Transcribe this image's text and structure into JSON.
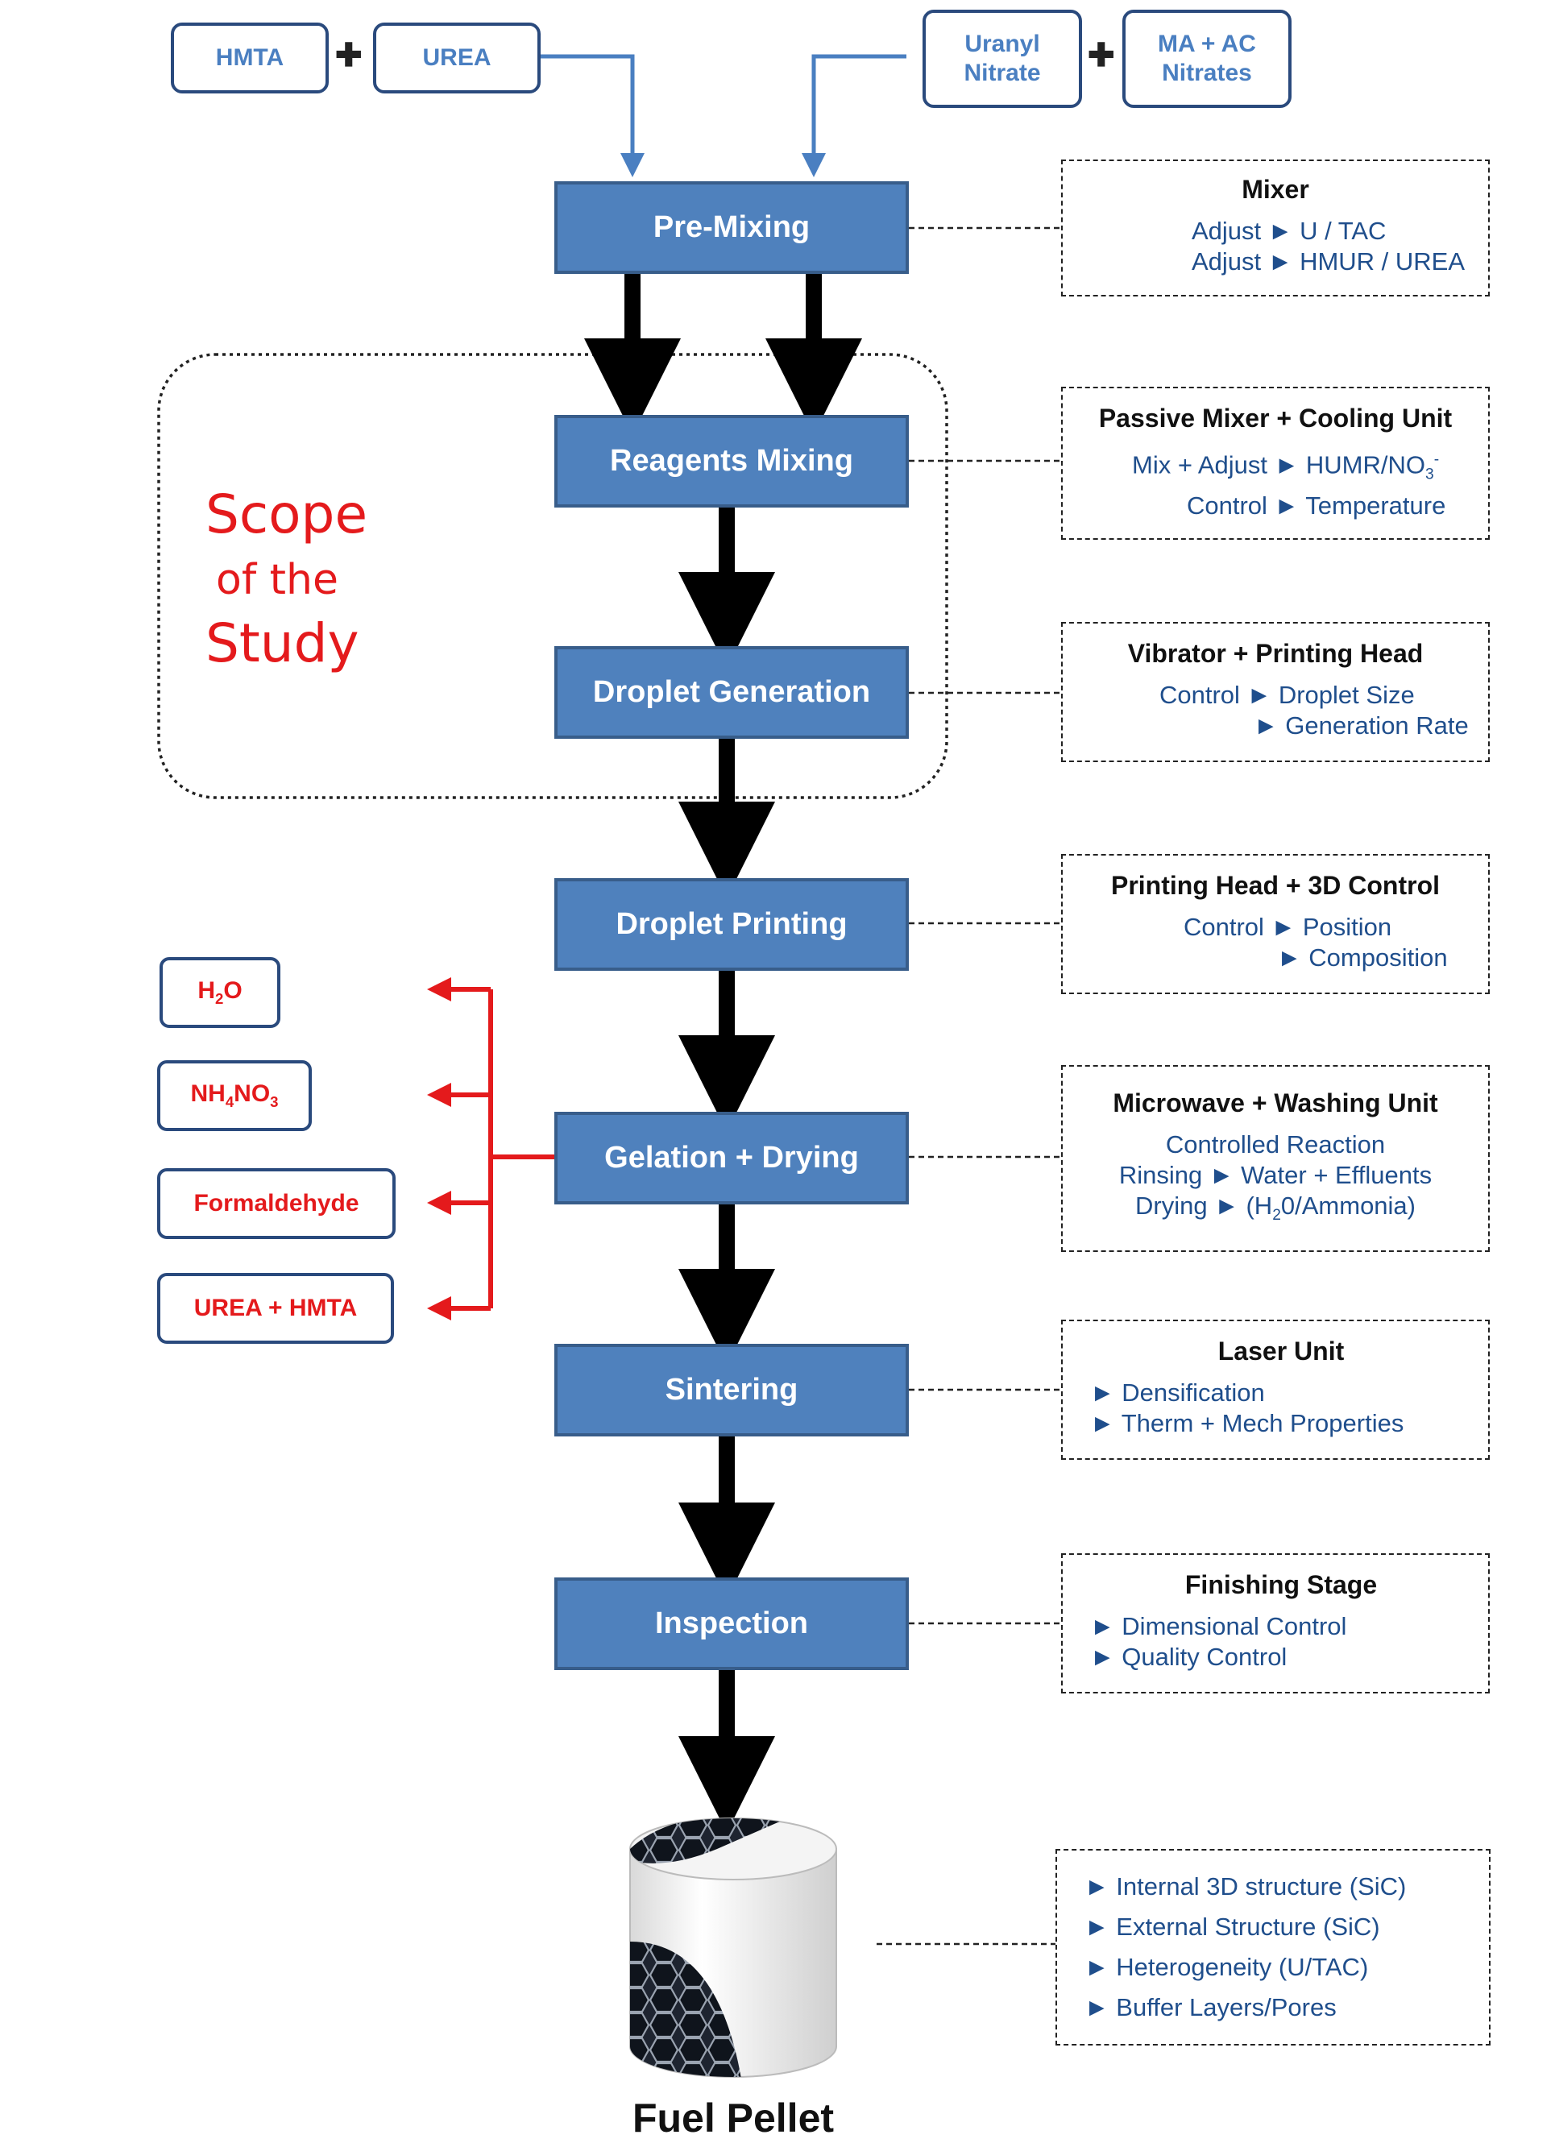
{
  "inputs": {
    "hmta": "HMTA",
    "urea": "UREA",
    "uranyl_line1": "Uranyl",
    "uranyl_line2": "Nitrate",
    "ma_ac_line1": "MA + AC",
    "ma_ac_line2": "Nitrates"
  },
  "plus_sign": "✚",
  "steps": {
    "premixing": "Pre-Mixing",
    "reagents_mixing": "Reagents Mixing",
    "droplet_generation": "Droplet Generation",
    "droplet_printing": "Droplet Printing",
    "gelation_drying": "Gelation + Drying",
    "sintering": "Sintering",
    "inspection": "Inspection"
  },
  "scope": {
    "line1": "Scope",
    "line2": "of the",
    "line3": "Study"
  },
  "waste": {
    "h2o_h": "H",
    "h2o_sub": "2",
    "h2o_o": "O",
    "nh_a": "NH",
    "nh_sub1": "4",
    "nh_b": "NO",
    "nh_sub2": "3",
    "formaldehyde": "Formaldehyde",
    "urea_hmta": "UREA + HMTA"
  },
  "info": {
    "mixer": {
      "title": "Mixer",
      "l1": "Adjust ► U / TAC",
      "l2": "Adjust ► HMUR / UREA"
    },
    "passive": {
      "title": "Passive Mixer + Cooling Unit",
      "l1a": "Mix + Adjust ► HUMR/NO",
      "l1sub": "3",
      "l1sup": "-",
      "l2": "Control ► Temperature"
    },
    "vibrator": {
      "title": "Vibrator + Printing Head",
      "l1": "Control ► Droplet Size",
      "l2": "► Generation Rate"
    },
    "printing_head": {
      "title": "Printing Head + 3D Control",
      "l1": "Control ► Position",
      "l2": "► Composition"
    },
    "microwave": {
      "title": "Microwave + Washing Unit",
      "l1": "Controlled Reaction",
      "l2": "Rinsing ► Water + Effluents",
      "l3a": "Drying ► (H",
      "l3sub": "2",
      "l3b": "0/Ammonia)"
    },
    "laser": {
      "title": "Laser Unit",
      "l1": "► Densification",
      "l2": "► Therm + Mech Properties"
    },
    "finishing": {
      "title": "Finishing Stage",
      "l1": "► Dimensional Control",
      "l2": "► Quality Control"
    },
    "pellet_props": {
      "l1": "► Internal 3D structure (SiC)",
      "l2": "► External Structure (SiC)",
      "l3": "► Heterogeneity (U/TAC)",
      "l4": "► Buffer Layers/Pores"
    }
  },
  "pellet_label": "Fuel Pellet",
  "colors": {
    "step_fill": "#4f81bd",
    "step_border": "#385d8a",
    "waste_red": "#e41a1c",
    "input_blue": "#4a7fc1",
    "info_text": "#1f4e8c"
  }
}
